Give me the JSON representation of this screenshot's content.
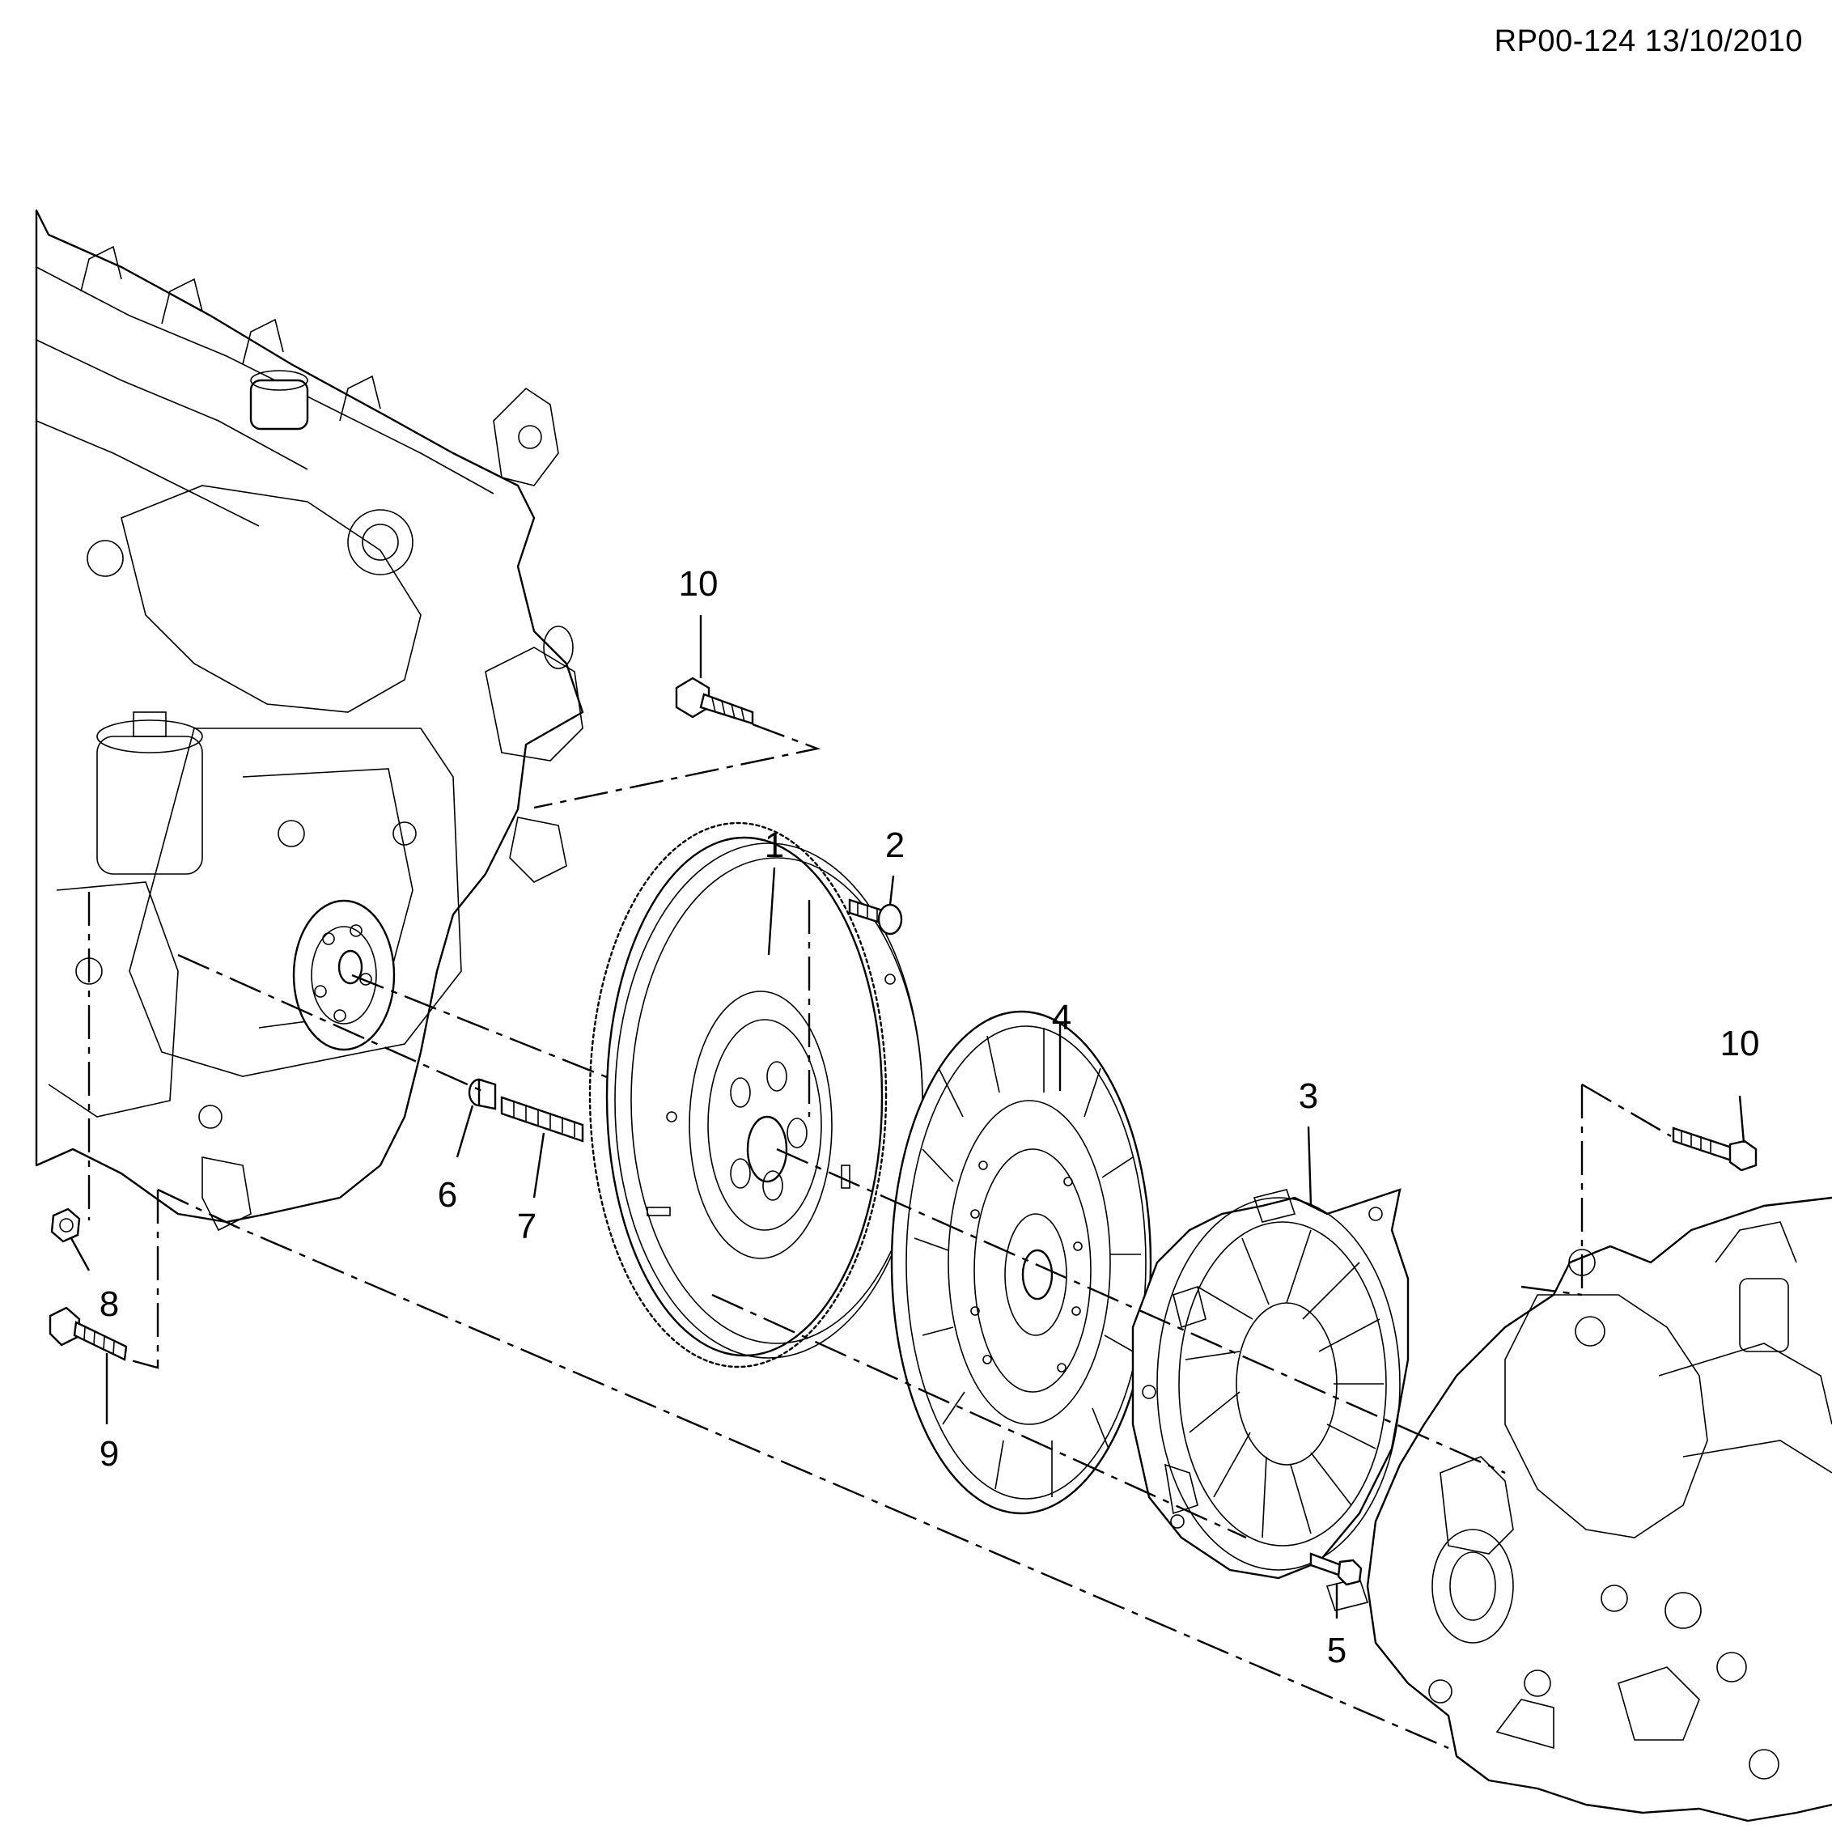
{
  "reference_code": "RP00-124 13/10/2010",
  "callouts": [
    "1",
    "2",
    "3",
    "4",
    "5",
    "6",
    "7",
    "8",
    "9",
    "10",
    "10"
  ]
}
